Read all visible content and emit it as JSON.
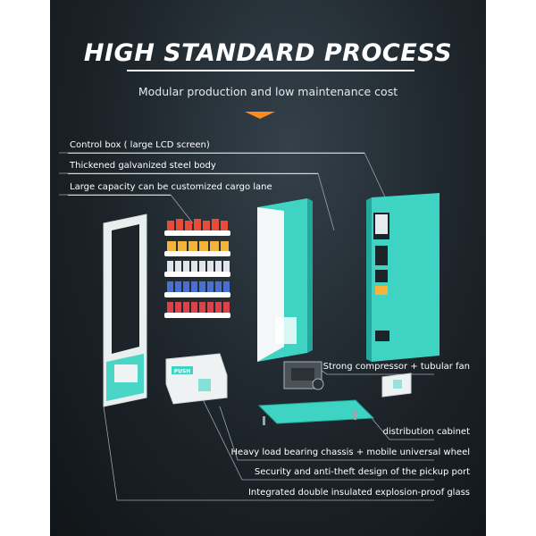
{
  "heading": {
    "title": "HIGH STANDARD PROCESS",
    "subtitle": "Modular production and low maintenance cost"
  },
  "callouts": {
    "control_box": "Control box ( large LCD screen)",
    "steel_body": "Thickened galvanized steel body",
    "cargo_lane": "Large capacity can be customized cargo lane",
    "compressor": "Strong compressor + tubular fan",
    "distribution": "distribution cabinet",
    "chassis": "Heavy load bearing chassis + mobile universal wheel",
    "pickup_port": "Security and anti-theft design of the pickup port",
    "glass": "Integrated double insulated explosion-proof glass"
  },
  "product": {
    "pickup_label": "PUSH",
    "colors": {
      "accent": "#3fd3c4",
      "accent_dark": "#23a89b",
      "background": "#1c2329",
      "arrow": "#ff8a1f"
    }
  }
}
